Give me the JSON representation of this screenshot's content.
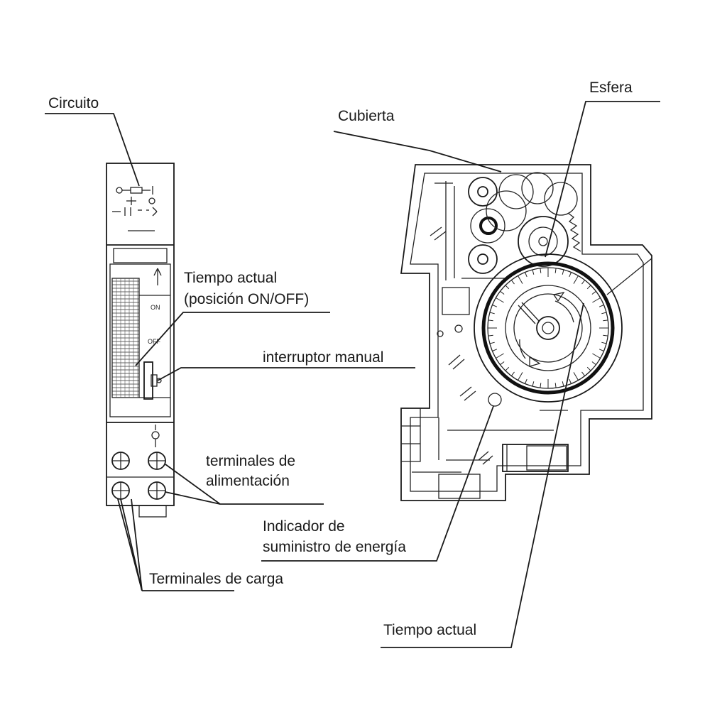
{
  "labels": {
    "circuito": "Circuito",
    "cubierta": "Cubierta",
    "esfera": "Esfera",
    "tiempo_actual_pos_1": "Tiempo actual",
    "tiempo_actual_pos_2": "(posición ON/OFF)",
    "interruptor_manual": "interruptor manual",
    "terminales_alim_1": "terminales de",
    "terminales_alim_2": "alimentación",
    "indicador_1": "Indicador de",
    "indicador_2": "suministro de energía",
    "terminales_carga": "Terminales de carga",
    "tiempo_actual": "Tiempo actual"
  },
  "device_marks": {
    "on": "ON",
    "off": "OFF"
  }
}
